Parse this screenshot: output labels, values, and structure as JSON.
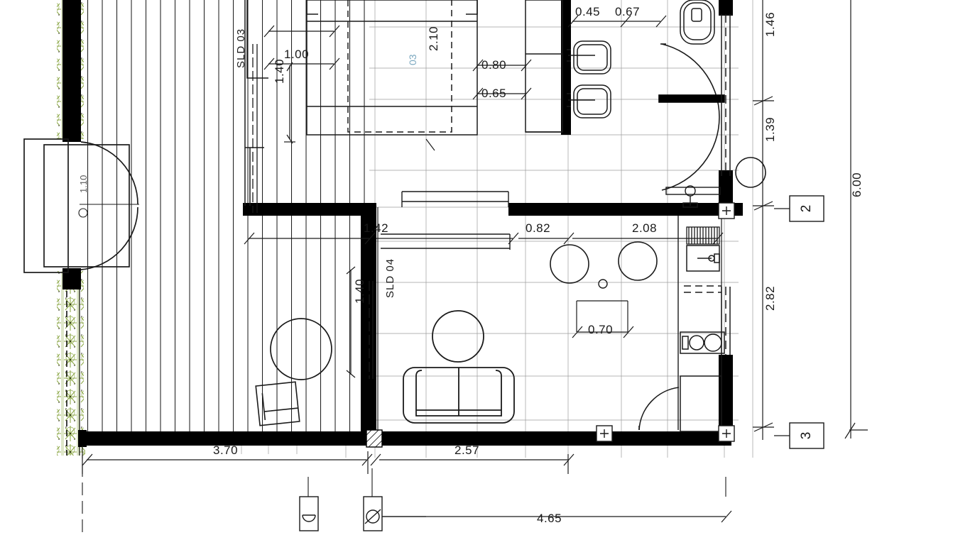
{
  "drawing": {
    "type": "architectural-floor-plan",
    "title": "",
    "units": "meters"
  },
  "dimensions": {
    "top": [
      {
        "id": "d_045",
        "value": "0.45"
      },
      {
        "id": "d_067",
        "value": "0.67"
      },
      {
        "id": "d_100",
        "value": "1.00"
      },
      {
        "id": "d_080",
        "value": "0.80"
      },
      {
        "id": "d_065",
        "value": "0.65"
      }
    ],
    "vertical_interior": [
      {
        "id": "d_210",
        "value": "2.10"
      },
      {
        "id": "d_140a",
        "value": "1.40"
      },
      {
        "id": "d_140b",
        "value": "1.40"
      },
      {
        "id": "d_110",
        "value": "1.10"
      }
    ],
    "middle": [
      {
        "id": "d_142",
        "value": "1.42"
      },
      {
        "id": "d_082",
        "value": "0.82"
      },
      {
        "id": "d_208",
        "value": "2.08"
      },
      {
        "id": "d_070",
        "value": "0.70"
      }
    ],
    "bottom": [
      {
        "id": "d_370",
        "value": "3.70"
      },
      {
        "id": "d_257",
        "value": "2.57"
      },
      {
        "id": "d_465",
        "value": "4.65"
      }
    ],
    "right": [
      {
        "id": "d_146",
        "value": "1.46"
      },
      {
        "id": "d_139",
        "value": "1.39"
      },
      {
        "id": "d_282",
        "value": "2.82"
      },
      {
        "id": "d_600",
        "value": "6.00"
      }
    ]
  },
  "labels": {
    "sliding_doors": [
      {
        "id": "sld03",
        "text": "SLD 03"
      },
      {
        "id": "sld04",
        "text": "SLD 04"
      }
    ],
    "blue_note": "03"
  },
  "grid_markers": [
    {
      "id": "grid_2",
      "text": "2"
    },
    {
      "id": "grid_3",
      "text": "3"
    }
  ],
  "fixtures": {
    "bathroom": [
      "toilet",
      "basin-upper",
      "basin-lower",
      "shower-head",
      "swing-door"
    ],
    "kitchen": [
      "sink",
      "cooktop",
      "fridge-cabinet",
      "overhead-cabinet"
    ],
    "living": [
      "sofa",
      "round-table"
    ],
    "bedroom": [
      "bed"
    ],
    "deck": [
      "round-table-outdoor",
      "lounge-chair"
    ],
    "entry": [
      "double-swing-door"
    ]
  },
  "colors": {
    "line": "#1a1a1a",
    "wall_fill": "#000000",
    "thin_line": "#555555",
    "hedge_green": "#8faa4b",
    "blue_text": "#7aa7bf",
    "background": "#ffffff"
  }
}
